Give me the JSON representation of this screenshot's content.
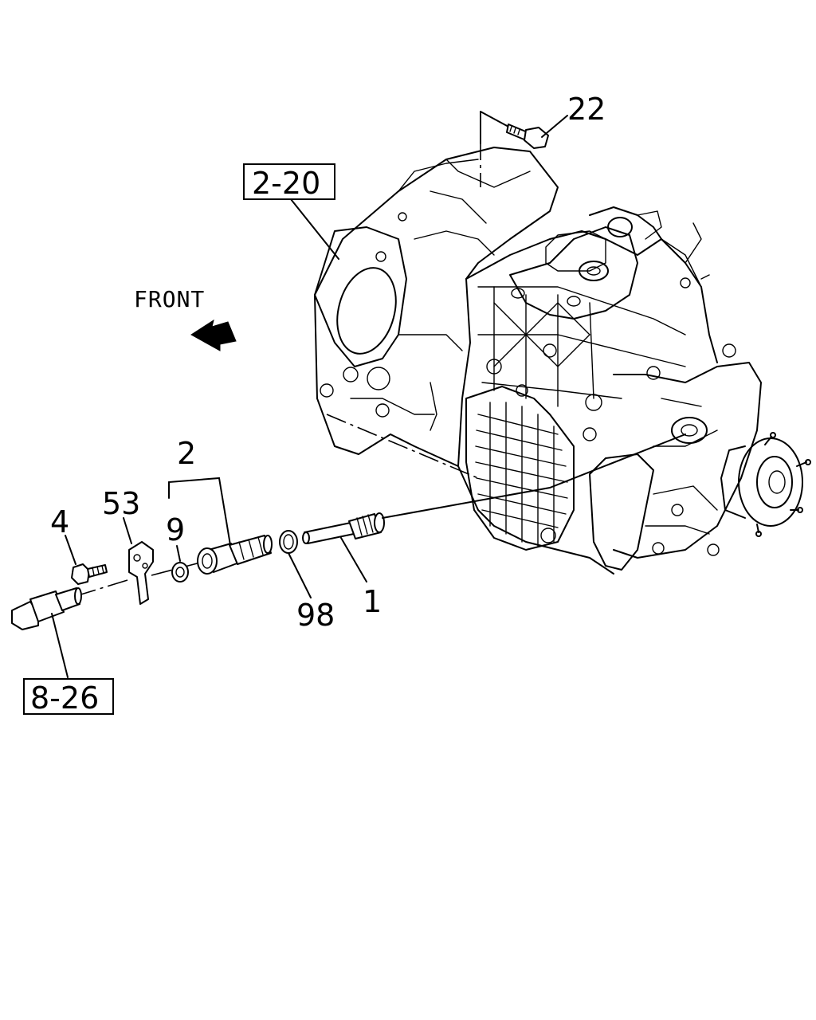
{
  "diagram": {
    "labels": {
      "p22": "22",
      "ref_2_20": "2-20",
      "front": "FRONT",
      "p2": "2",
      "p53": "53",
      "p4": "4",
      "p9": "9",
      "p98": "98",
      "p1": "1",
      "ref_8_26": "8-26"
    }
  }
}
